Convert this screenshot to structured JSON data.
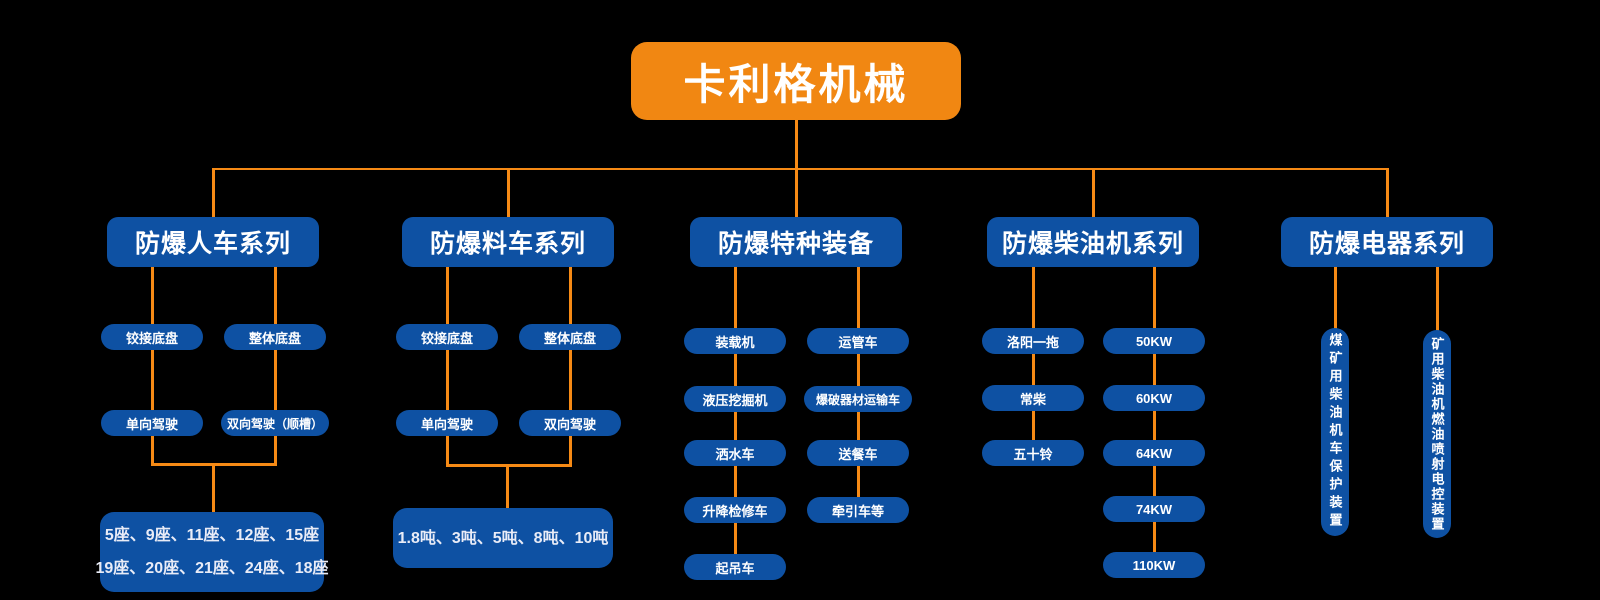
{
  "colors": {
    "background": "#000000",
    "node_blue": "#0E51A3",
    "root_orange": "#F18712",
    "line_orange": "#F68A15",
    "text": "#FFFFFF"
  },
  "tree": {
    "root": "卡利格机械",
    "branches": [
      {
        "header": "防爆人车系列",
        "left_items": [
          "铰接底盘",
          "单向驾驶"
        ],
        "right_items": [
          "整体底盘",
          "双向驾驶（顺槽）"
        ],
        "merged_note_lines": [
          "5座、9座、11座、12座、15座",
          "19座、20座、21座、24座、18座"
        ]
      },
      {
        "header": "防爆料车系列",
        "left_items": [
          "铰接底盘",
          "单向驾驶"
        ],
        "right_items": [
          "整体底盘",
          "双向驾驶"
        ],
        "merged_note_lines": [
          "1.8吨、3吨、5吨、8吨、10吨"
        ]
      },
      {
        "header": "防爆特种装备",
        "left_items": [
          "装载机",
          "液压挖掘机",
          "洒水车",
          "升降检修车",
          "起吊车"
        ],
        "right_items": [
          "运管车",
          "爆破器材运输车",
          "送餐车",
          "牵引车等"
        ]
      },
      {
        "header": "防爆柴油机系列",
        "left_items": [
          "洛阳一拖",
          "常柴",
          "五十铃"
        ],
        "right_items": [
          "50KW",
          "60KW",
          "64KW",
          "74KW",
          "110KW"
        ]
      },
      {
        "header": "防爆电器系列",
        "left_items": [
          "煤矿用柴油机车保护装置"
        ],
        "right_items": [
          "矿用柴油机燃油喷射电控装置"
        ]
      }
    ]
  }
}
